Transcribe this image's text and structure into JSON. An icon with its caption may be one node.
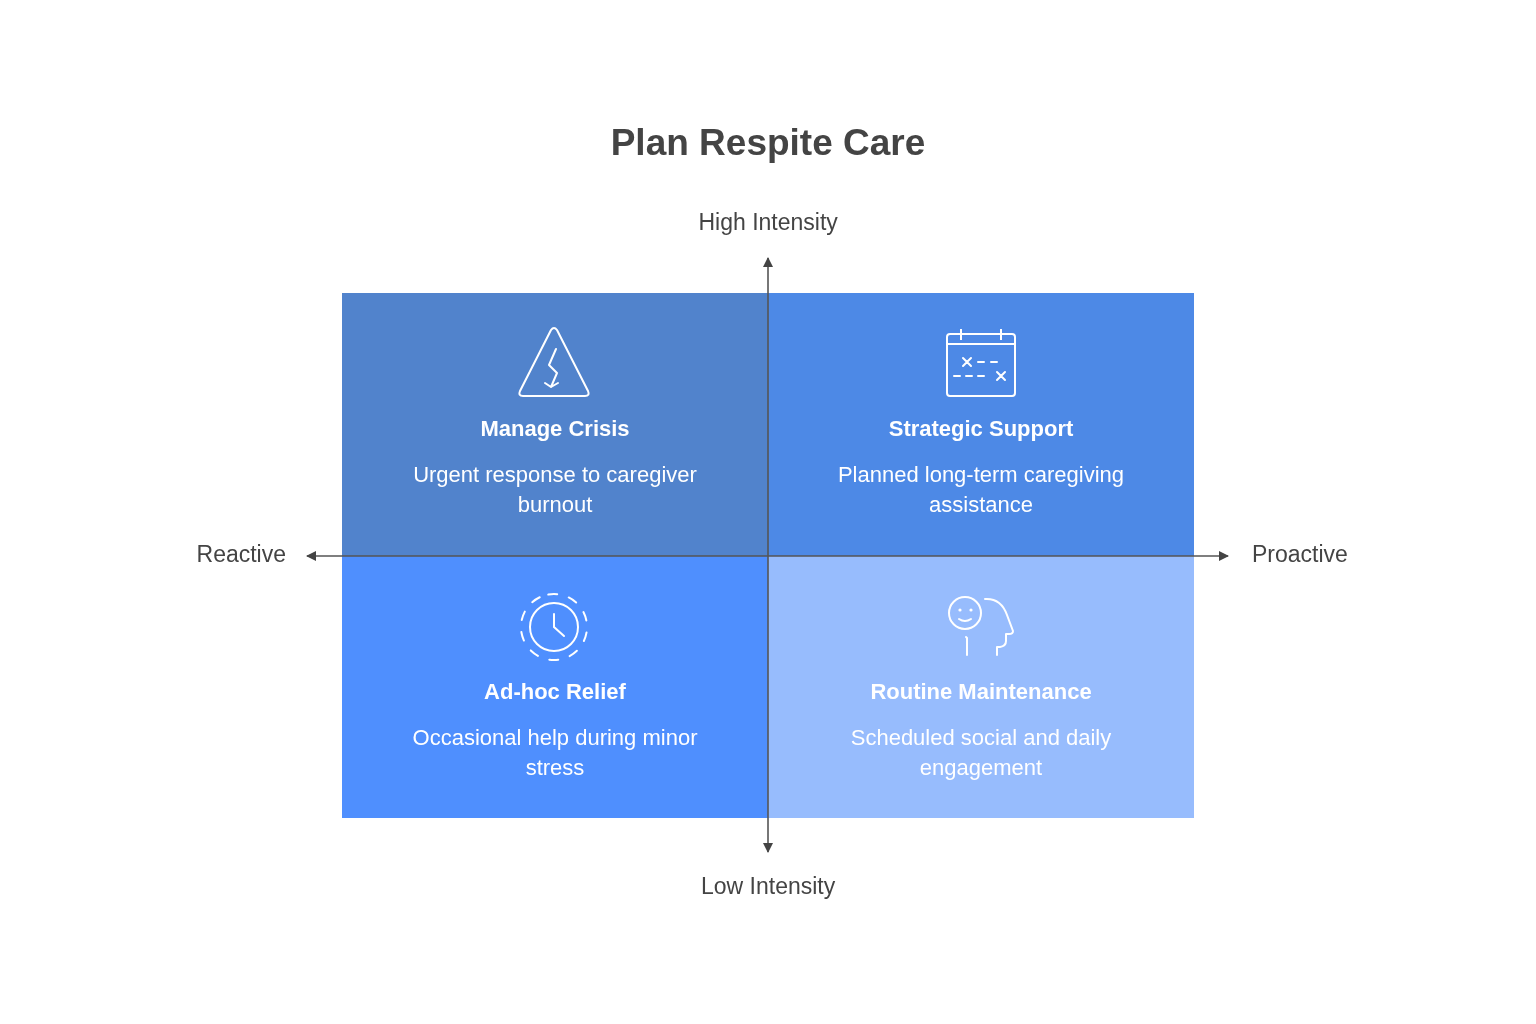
{
  "diagram": {
    "title": "Plan Respite Care",
    "nodes": [
      {
        "text": [
          "Manage Crisis",
          "Urgent response to caregiver burnout"
        ]
      },
      {
        "text": [
          "Strategic Support",
          "Planned long-term caregiving assistance"
        ]
      },
      {
        "text": [
          "Ad-hoc Relief",
          "Occasional help during minor stress"
        ]
      },
      {
        "text": [
          "Routine Maintenance",
          "Scheduled social and daily engagement"
        ]
      }
    ],
    "edges": [],
    "labels": [
      "High Intensity",
      "Reactive",
      "Proactive",
      "Low Intensity"
    ]
  }
}
